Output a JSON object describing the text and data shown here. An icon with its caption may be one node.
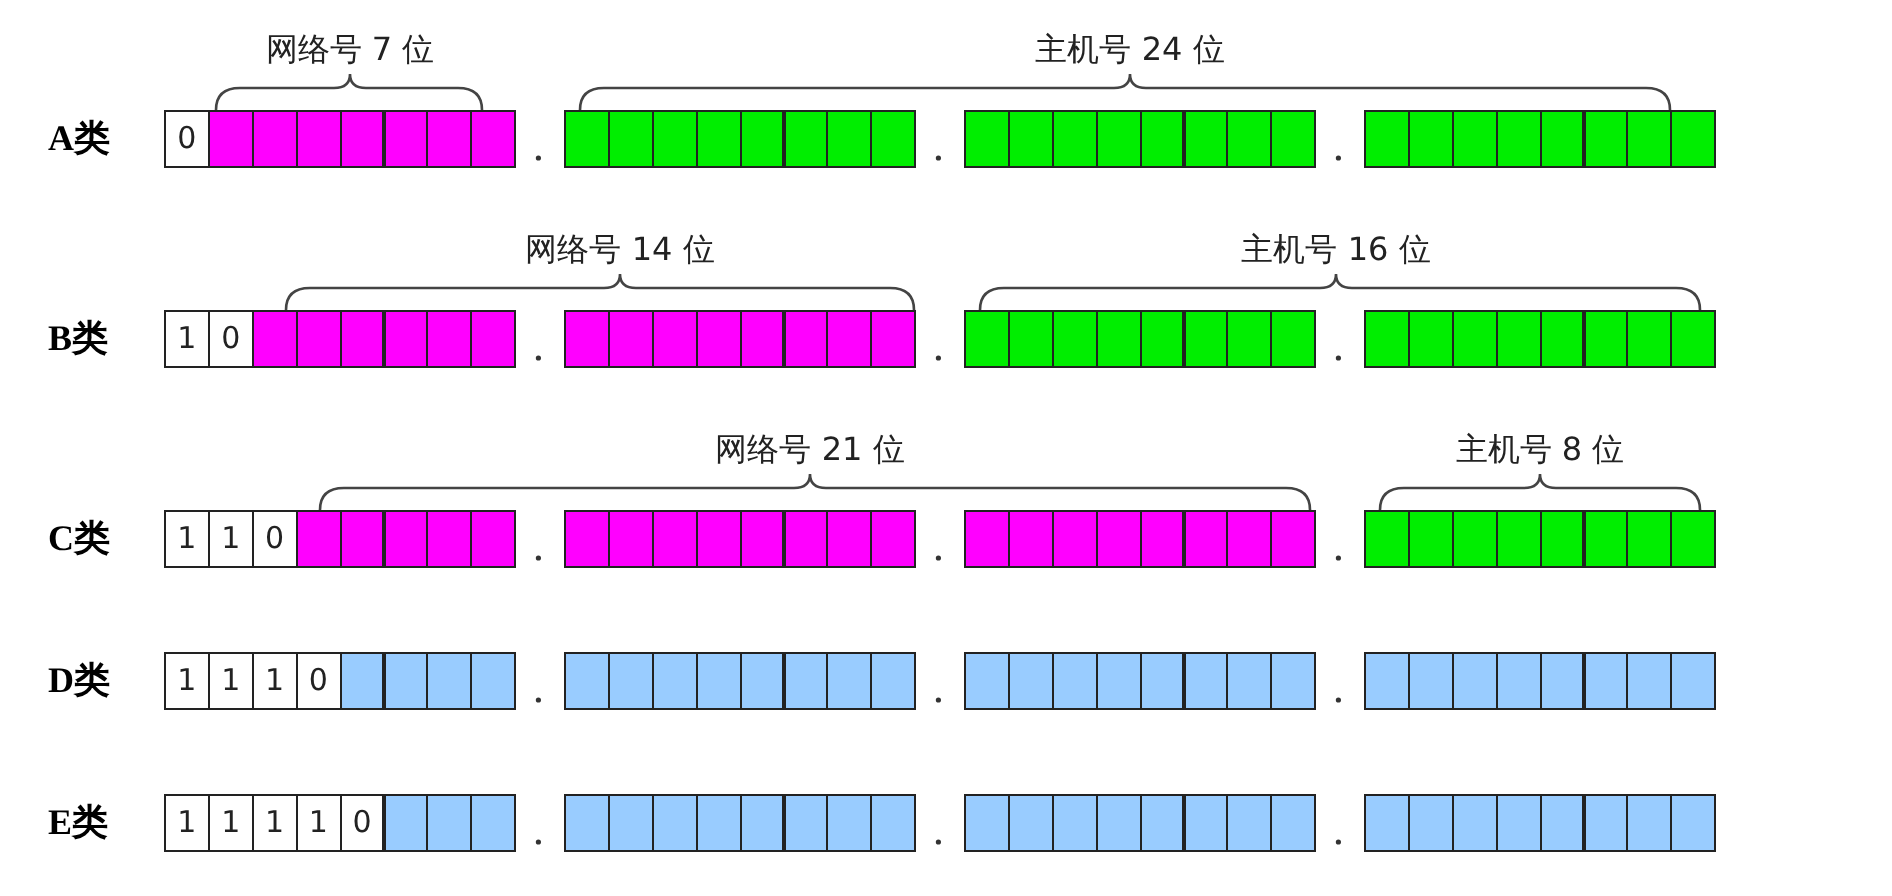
{
  "diagram": {
    "labels": [
      "网络号 7 位",
      "主机号 24 位",
      "A类",
      "0",
      "网络号 14 位",
      "主机号 16 位",
      "B类",
      "1",
      "0",
      "网络号 21 位",
      "主机号 8 位",
      "C类",
      "1",
      "1",
      "0",
      "D类",
      "1",
      "1",
      "1",
      "0",
      "E类",
      "1",
      "1",
      "1",
      "1",
      "0"
    ]
  }
}
